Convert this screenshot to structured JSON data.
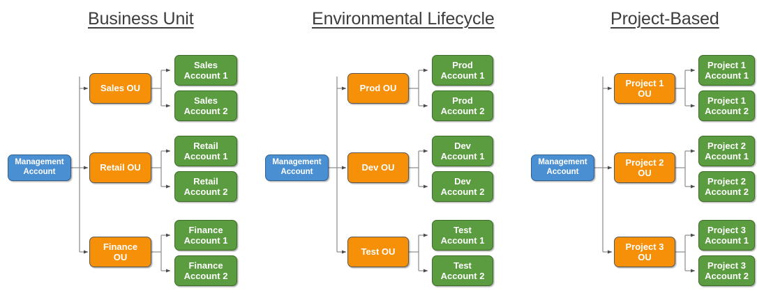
{
  "diagram": {
    "title_color": "#3d3d3d",
    "colors": {
      "management_account": "#4a8fd1",
      "organizational_unit": "#f79009",
      "account": "#5a9c3f",
      "connector": "#7f7f7f",
      "background": "#ffffff"
    },
    "columns": [
      {
        "id": "business-unit",
        "title": "Business Unit",
        "root": {
          "label": "Management\nAccount"
        },
        "groups": [
          {
            "ou": "Sales OU",
            "accounts": [
              "Sales\nAccount 1",
              "Sales\nAccount 2"
            ]
          },
          {
            "ou": "Retail OU",
            "accounts": [
              "Retail\nAccount 1",
              "Retail\nAccount 2"
            ]
          },
          {
            "ou": "Finance\nOU",
            "accounts": [
              "Finance\nAccount 1",
              "Finance\nAccount 2"
            ]
          }
        ]
      },
      {
        "id": "environmental-lifecycle",
        "title": "Environmental Lifecycle",
        "root": {
          "label": "Management\nAccount"
        },
        "groups": [
          {
            "ou": "Prod OU",
            "accounts": [
              "Prod\nAccount 1",
              "Prod\nAccount 2"
            ]
          },
          {
            "ou": "Dev OU",
            "accounts": [
              "Dev\nAccount 1",
              "Dev\nAccount 2"
            ]
          },
          {
            "ou": "Test OU",
            "accounts": [
              "Test\nAccount 1",
              "Test\nAccount 2"
            ]
          }
        ]
      },
      {
        "id": "project-based",
        "title": "Project-Based",
        "root": {
          "label": "Management\nAccount"
        },
        "groups": [
          {
            "ou": "Project 1\nOU",
            "accounts": [
              "Project 1\nAccount 1",
              "Project 1\nAccount 2"
            ]
          },
          {
            "ou": "Project 2\nOU",
            "accounts": [
              "Project 2\nAccount 1",
              "Project 2\nAccount 2"
            ]
          },
          {
            "ou": "Project 3\nOU",
            "accounts": [
              "Project 3\nAccount 1",
              "Project 3\nAccount 2"
            ]
          }
        ]
      }
    ]
  }
}
